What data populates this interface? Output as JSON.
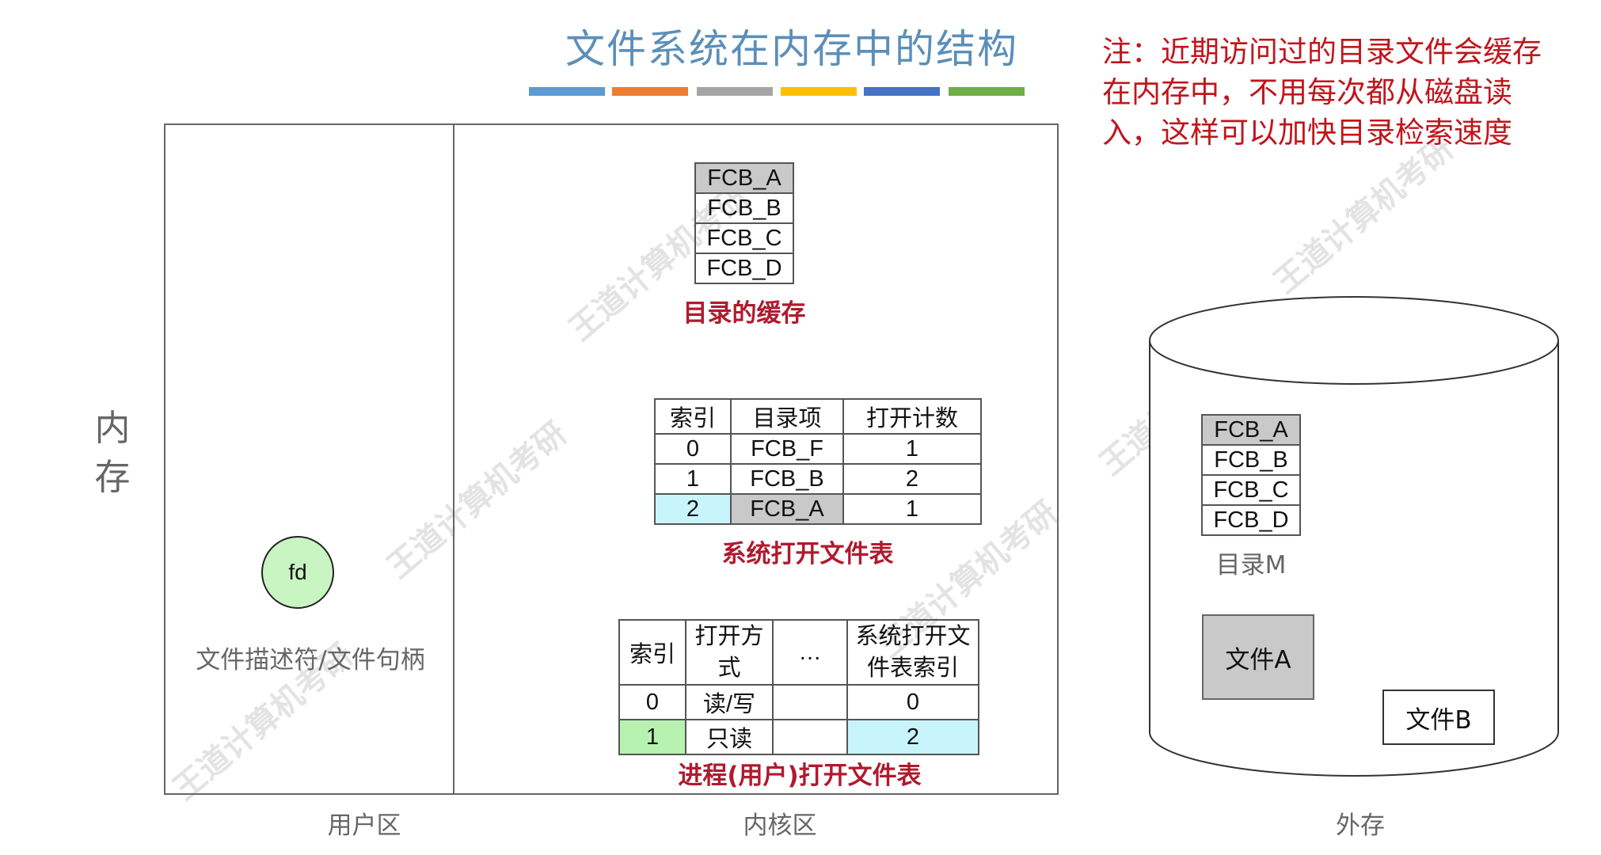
{
  "title": "文件系统在内存中的结构",
  "title_bar_colors": [
    "#5b9bd5",
    "#ed7d31",
    "#a5a5a5",
    "#ffc000",
    "#4472c4",
    "#70ad47"
  ],
  "note": "注：近期访问过的目录文件会缓存在内存中，不用每次都从磁盘读入，这样可以加快目录检索速度",
  "memory_label": "内存",
  "regions": {
    "user": "用户区",
    "kernel": "内核区",
    "external": "外存"
  },
  "dir_cache": {
    "items": [
      "FCB_A",
      "FCB_B",
      "FCB_C",
      "FCB_D"
    ],
    "highlight_color": "#c9c9c9",
    "caption": "目录的缓存"
  },
  "sys_open_table": {
    "headers": [
      "索引",
      "目录项",
      "打开计数"
    ],
    "rows": [
      [
        "0",
        "FCB_F",
        "1"
      ],
      [
        "1",
        "FCB_B",
        "2"
      ],
      [
        "2",
        "FCB_A",
        "1"
      ]
    ],
    "caption": "系统打开文件表",
    "highlight_index_color": "#c7f5fb",
    "highlight_entry_color": "#c9c9c9"
  },
  "proc_open_table": {
    "headers": [
      "索引",
      "打开方式",
      "…",
      "系统打开文件表索引"
    ],
    "rows": [
      [
        "0",
        "读/写",
        "",
        "0"
      ],
      [
        "1",
        "只读",
        "",
        "2"
      ]
    ],
    "caption": "进程(用户)打开文件表",
    "highlight_green": "#b8f2b0",
    "highlight_cyan": "#c7f5fb"
  },
  "fd": {
    "label": "fd",
    "caption": "文件描述符/文件句柄",
    "color": "#c8f5c2"
  },
  "disk": {
    "dir_items": [
      "FCB_A",
      "FCB_B",
      "FCB_C",
      "FCB_D"
    ],
    "dir_caption": "目录M",
    "file_a": "文件A",
    "file_b": "文件B"
  },
  "watermark_text": "王道计算机考研"
}
